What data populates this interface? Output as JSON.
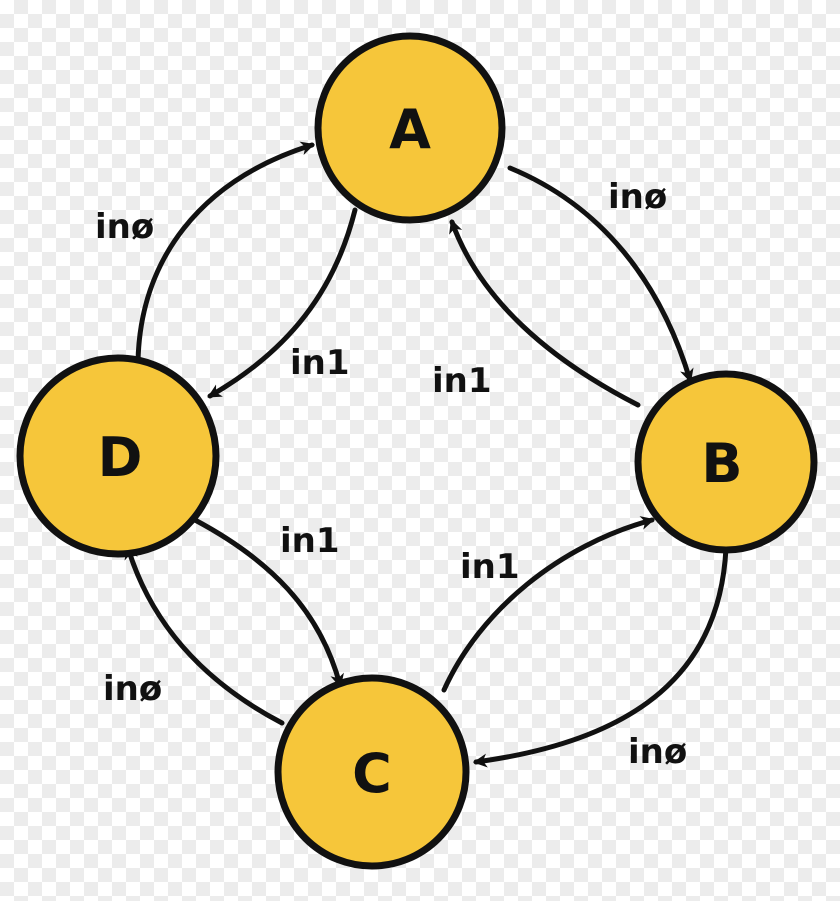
{
  "diagram": {
    "colors": {
      "node_fill": "#f6c63a",
      "stroke": "#111111"
    },
    "nodes": [
      {
        "id": "A",
        "label": "A"
      },
      {
        "id": "B",
        "label": "B"
      },
      {
        "id": "C",
        "label": "C"
      },
      {
        "id": "D",
        "label": "D"
      }
    ],
    "edges": [
      {
        "from": "A",
        "to": "B",
        "label": "inø"
      },
      {
        "from": "B",
        "to": "A",
        "label": "in1"
      },
      {
        "from": "A",
        "to": "D",
        "label": "in1"
      },
      {
        "from": "D",
        "to": "A",
        "label": "inø"
      },
      {
        "from": "B",
        "to": "C",
        "label": "inø"
      },
      {
        "from": "C",
        "to": "B",
        "label": "in1"
      },
      {
        "from": "D",
        "to": "C",
        "label": "in1"
      },
      {
        "from": "C",
        "to": "D",
        "label": "inø"
      }
    ]
  }
}
